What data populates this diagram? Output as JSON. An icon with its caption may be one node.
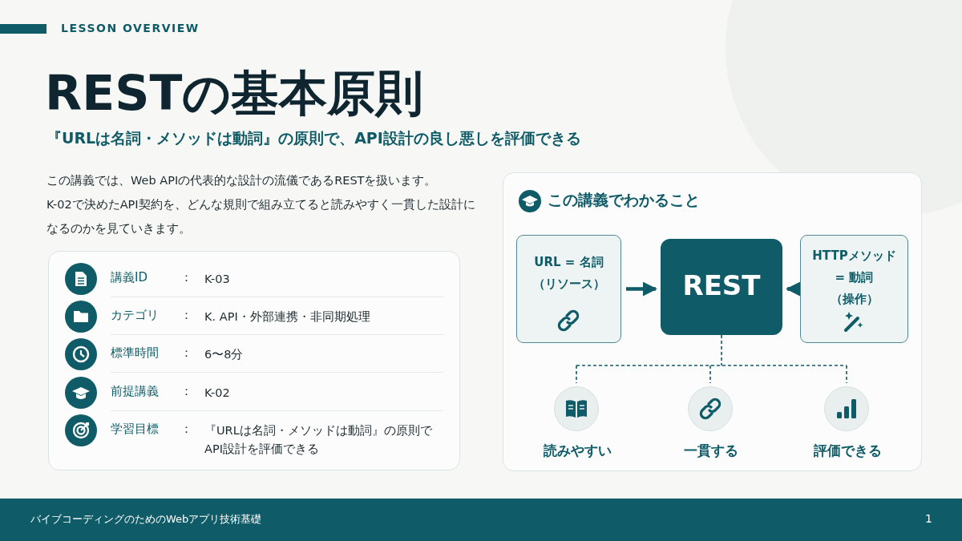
{
  "diagram": {
    "title": "RESTの基本原則",
    "nodes": [
      {
        "text": [
          "この講義でわかること"
        ]
      },
      {
        "text": [
          "URL = 名詞",
          "（リソース）"
        ],
        "in": 0
      },
      {
        "text": [
          "REST"
        ],
        "in": 0
      },
      {
        "text": [
          "HTTPメソッド",
          "= 動詞",
          "（操作）"
        ],
        "in": 0
      },
      {
        "text": [],
        "shape": "circle",
        "in": 0,
        "beside": [
          "読みやすい"
        ]
      },
      {
        "text": [],
        "shape": "circle",
        "in": 0,
        "beside": [
          "一貫する"
        ]
      },
      {
        "text": [],
        "shape": "circle",
        "in": 0,
        "beside": [
          "評価できる"
        ]
      }
    ],
    "edges": [
      {
        "from": 1,
        "to": 2,
        "arrow": "to",
        "style": "thick"
      },
      {
        "from": 3,
        "to": 2,
        "arrow": "to",
        "style": "thick"
      },
      {
        "from": 2,
        "to": 4,
        "arrow": "none",
        "style": "dashed"
      },
      {
        "from": 2,
        "to": 5,
        "arrow": "none",
        "style": "dashed"
      },
      {
        "from": 2,
        "to": 6,
        "arrow": "none",
        "style": "dashed"
      }
    ],
    "labels": [
      "LESSON OVERVIEW",
      "『URLは名詞・メソッドは動詞』の原則で、API設計の良し悪しを評価できる",
      "この講義では、Web APIの代表的な設計の流儀であるRESTを扱います。",
      "K-02で決めたAPI契約を、どんな規則で組み立てると読みやすく一貫した設計になるのかを見ていきます。",
      "講義ID",
      "：",
      "K-03",
      "カテゴリ",
      "：",
      "K. API・外部連携・非同期処理",
      "標準時間",
      "：",
      "6〜8分",
      "前提講義",
      "：",
      "K-02",
      "学習目標",
      "：",
      "『URLは名詞・メソッドは動詞』の原則でAPI設計を評価できる",
      "バイブコーディングのためのWebアプリ技術基礎",
      "1"
    ]
  }
}
